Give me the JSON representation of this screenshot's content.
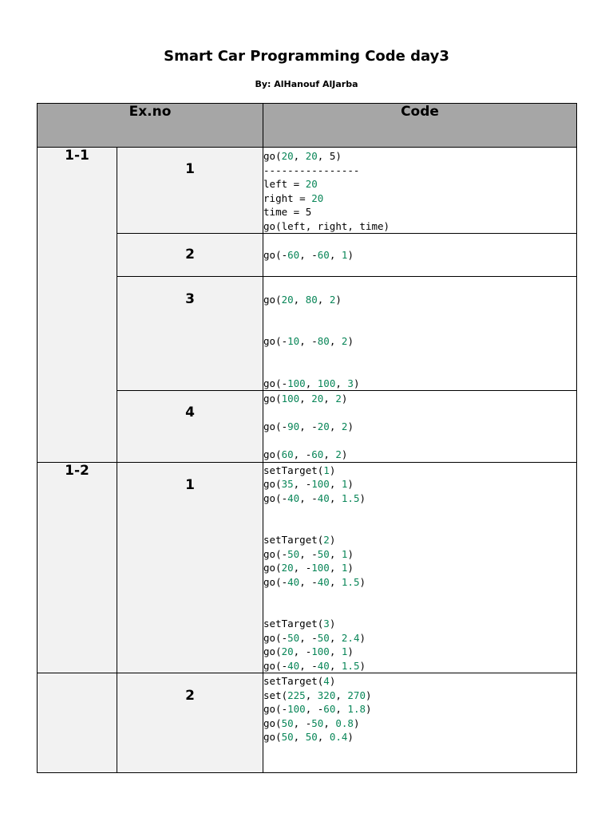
{
  "document": {
    "title": "Smart Car Programming Code day3",
    "author": "By: AlHanouf AlJarba"
  },
  "table": {
    "headers": {
      "ex_no": "Ex.no",
      "code": "Code"
    },
    "groups": {
      "g1": "1-1",
      "g2": "1-2",
      "g3": ""
    },
    "rows": [
      {
        "sub": "1",
        "code": [
          "go(20, 20, 5)",
          "----------------",
          "left = 20",
          "right = 20",
          "time = 5",
          "go(left, right, time)"
        ]
      },
      {
        "sub": "2",
        "code": [
          "",
          "go(-60, -60, 1)"
        ]
      },
      {
        "sub": "3",
        "code": [
          "",
          "go(20, 80, 2)",
          "",
          "",
          "go(-10, -80, 2)",
          "",
          "",
          "go(-100, 100, 3)"
        ]
      },
      {
        "sub": "4",
        "code": [
          "go(100, 20, 2)",
          "",
          "go(-90, -20, 2)",
          "",
          "go(60, -60, 2)"
        ]
      },
      {
        "sub": "1",
        "code": [
          "setTarget(1)",
          "go(35, -100, 1)",
          "go(-40, -40, 1.5)",
          "",
          "",
          "setTarget(2)",
          "go(-50, -50, 1)",
          "go(20, -100, 1)",
          "go(-40, -40, 1.5)",
          "",
          "",
          "setTarget(3)",
          "go(-50, -50, 2.4)",
          "go(20, -100, 1)",
          "go(-40, -40, 1.5)"
        ]
      },
      {
        "sub": "2",
        "code": [
          "setTarget(4)",
          "set(225, 320, 270)",
          "go(-100, -60, 1.8)",
          "go(50, -50, 0.8)",
          "go(50, 50, 0.4)"
        ]
      }
    ]
  },
  "colors": {
    "header_bg": "#a6a6a6",
    "cell_bg": "#f2f2f2",
    "number": "#098658"
  }
}
